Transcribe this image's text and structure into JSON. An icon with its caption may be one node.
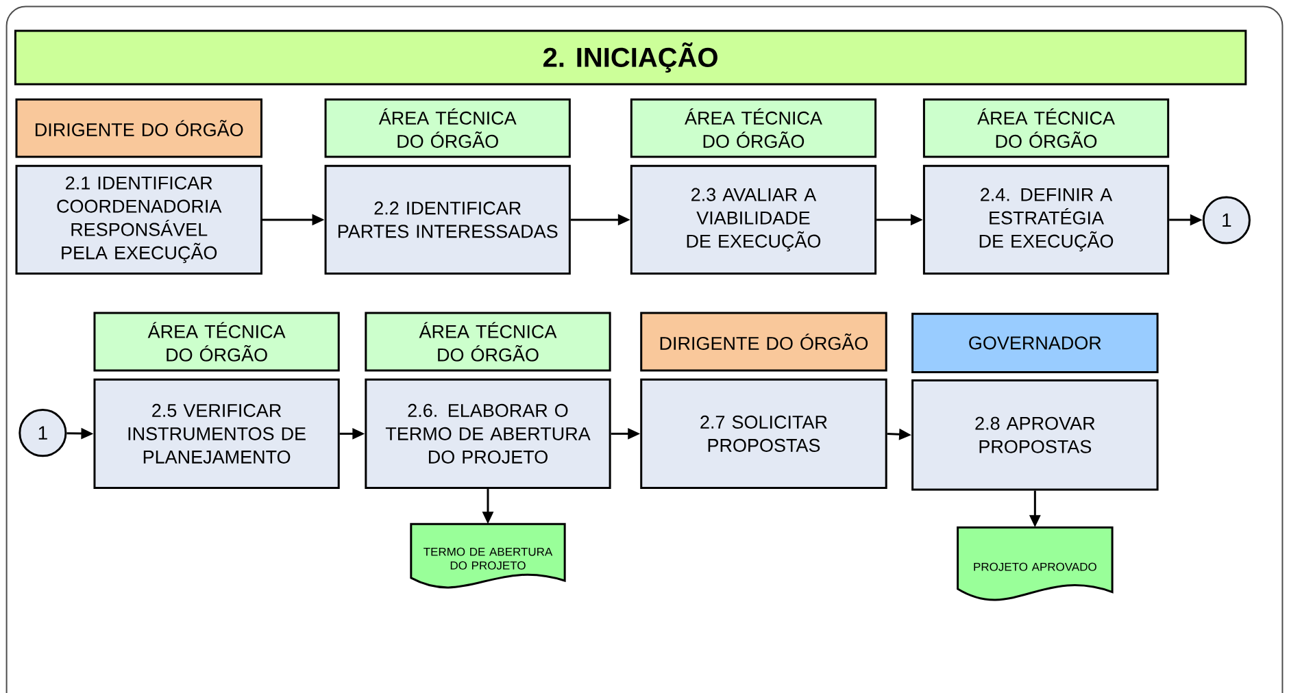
{
  "diagram": {
    "title": "2. INICIAÇÃO",
    "nodes": [
      {
        "text": [
          "DIRIGENTE DO ÓRGÃO"
        ]
      },
      {
        "text": [
          "2.1 IDENTIFICAR COORDENADORIA RESPONSÁVEL PELA EXECUÇÃO"
        ]
      },
      {
        "text": [
          "ÁREA TÉCNICA DO ÓRGÃO"
        ]
      },
      {
        "text": [
          "2.2 IDENTIFICAR PARTES INTERESSADAS"
        ]
      },
      {
        "text": [
          "ÁREA TÉCNICA DO ÓRGÃO"
        ]
      },
      {
        "text": [
          "2.3 AVALIAR A VIABILIDADE DE EXECUÇÃO"
        ]
      },
      {
        "text": [
          "ÁREA TÉCNICA DO ÓRGÃO"
        ]
      },
      {
        "text": [
          "2.4. DEFINIR A ESTRATÉGIA DE EXECUÇÃO"
        ]
      },
      {
        "text": [
          "1"
        ]
      },
      {
        "text": [
          "1"
        ]
      },
      {
        "text": [
          "ÁREA TÉCNICA DO ÓRGÃO"
        ]
      },
      {
        "text": [
          "2.5 VERIFICAR INSTRUMENTOS DE PLANEJAMENTO"
        ]
      },
      {
        "text": [
          "ÁREA TÉCNICA DO ÓRGÃO"
        ]
      },
      {
        "text": [
          "2.6. ELABORAR O TERMO DE ABERTURA DO PROJETO"
        ]
      },
      {
        "text": [
          "DIRIGENTE DO ÓRGÃO"
        ]
      },
      {
        "text": [
          "2.7 SOLICITAR PROPOSTAS"
        ]
      },
      {
        "text": [
          "GOVERNADOR"
        ]
      },
      {
        "text": [
          "2.8 APROVAR PROPOSTAS"
        ]
      },
      {
        "text": [
          "TERMO DE ABERTURA DO PROJETO"
        ]
      },
      {
        "text": [
          "PROJETO APROVADO"
        ]
      }
    ],
    "edges": [
      {
        "from": 1,
        "to": 3,
        "arrow": "to"
      },
      {
        "from": 3,
        "to": 5,
        "arrow": "to"
      },
      {
        "from": 5,
        "to": 7,
        "arrow": "to"
      },
      {
        "from": 7,
        "to": 8,
        "arrow": "to"
      },
      {
        "from": 9,
        "to": 11,
        "arrow": "to"
      },
      {
        "from": 11,
        "to": 13,
        "arrow": "to"
      },
      {
        "from": 13,
        "to": 15,
        "arrow": "to"
      },
      {
        "from": 15,
        "to": 17,
        "arrow": "to"
      },
      {
        "from": 13,
        "to": 18,
        "arrow": "to"
      },
      {
        "from": 17,
        "to": 19,
        "arrow": "to"
      }
    ]
  }
}
